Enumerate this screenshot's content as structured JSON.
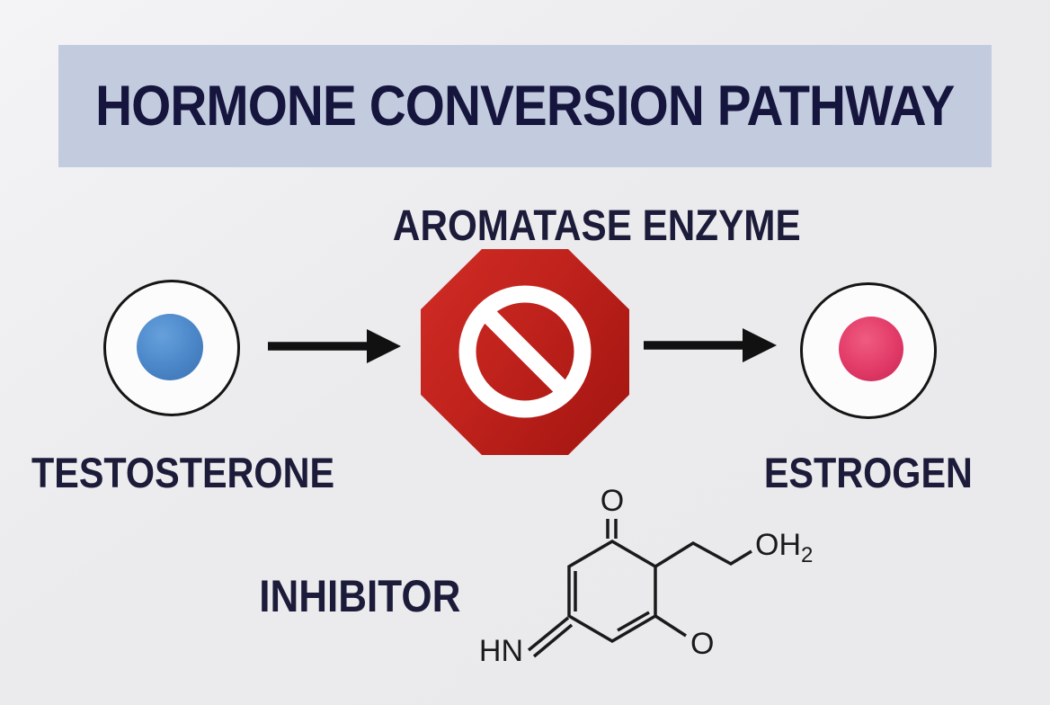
{
  "title": "HORMONE CONVERSION PATHWAY",
  "enzyme": {
    "label": "AROMATASE ENZYME"
  },
  "pathway": {
    "source": {
      "label": "TESTOSTERONE"
    },
    "product": {
      "label": "ESTROGEN"
    }
  },
  "inhibitor": {
    "label": "INHIBITOR",
    "molecule": {
      "top_atom": "O",
      "side_group": "OH",
      "side_group_subscript": "2",
      "amine_group": "HN",
      "bottom_atom": "O"
    }
  },
  "colors": {
    "background": "#eaeaec",
    "title_band": "#c3cbde",
    "title_text": "#15153d",
    "label_text": "#1c1c3a",
    "stop_sign_red": "#c0221c",
    "testosterone_dot": "#4a86c8",
    "estrogen_dot": "#e23a68",
    "arrow_black": "#111111",
    "structure_ink": "#1a1a1a"
  }
}
